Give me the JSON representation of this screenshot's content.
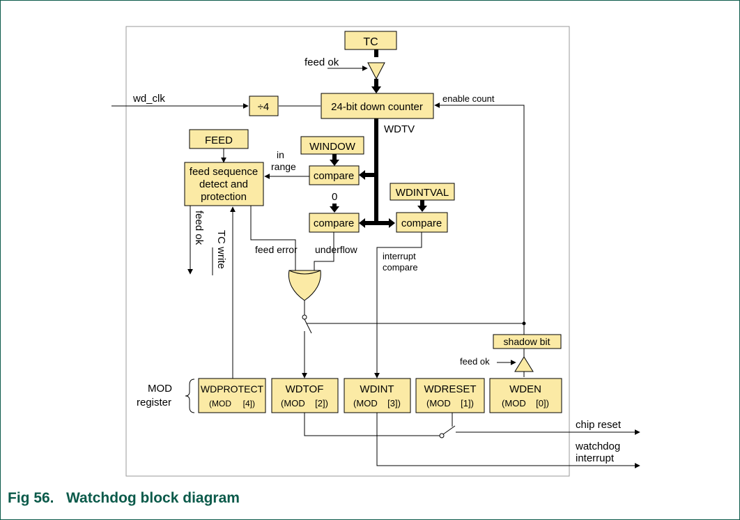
{
  "caption": "Fig 56.   Watchdog block diagram",
  "colors": {
    "block_fill": "#fbeaa5",
    "caption_text": "#0b5a4a",
    "frame_border": "#0b5a4a"
  },
  "blocks": {
    "tc": "TC",
    "counter": "24-bit down counter",
    "divider": "÷4",
    "feed": "FEED",
    "feed_seq": [
      "feed sequence",
      "detect and",
      "protection"
    ],
    "window": "WINDOW",
    "compare_window": "compare",
    "compare_zero": "compare",
    "wdintval": "WDINTVAL",
    "compare_int": "compare",
    "shadow_bit": "shadow bit"
  },
  "signals": {
    "feed_ok_top": "feed ok",
    "wd_clk": "wd_clk",
    "enable_count": "enable count",
    "wdtv": "WDTV",
    "in_range": [
      "in",
      "range"
    ],
    "zero": "0",
    "feed_ok_vertical": "feed ok",
    "tc_write": "TC write",
    "feed_error": "feed error",
    "underflow": "underflow",
    "interrupt_compare": [
      "interrupt",
      "compare"
    ],
    "feed_ok_shadow": "feed ok",
    "chip_reset": "chip reset",
    "watchdog_interrupt": [
      "watchdog",
      "interrupt"
    ]
  },
  "mod_register": {
    "label": [
      "MOD",
      "register"
    ],
    "fields": [
      {
        "name": "WDPROTECT",
        "sub": "(MOD     [4])"
      },
      {
        "name": "WDTOF",
        "sub": "(MOD    [2])"
      },
      {
        "name": "WDINT",
        "sub": "(MOD    [3])"
      },
      {
        "name": "WDRESET",
        "sub": "(MOD    [1])"
      },
      {
        "name": "WDEN",
        "sub": "(MOD    [0])"
      }
    ]
  }
}
